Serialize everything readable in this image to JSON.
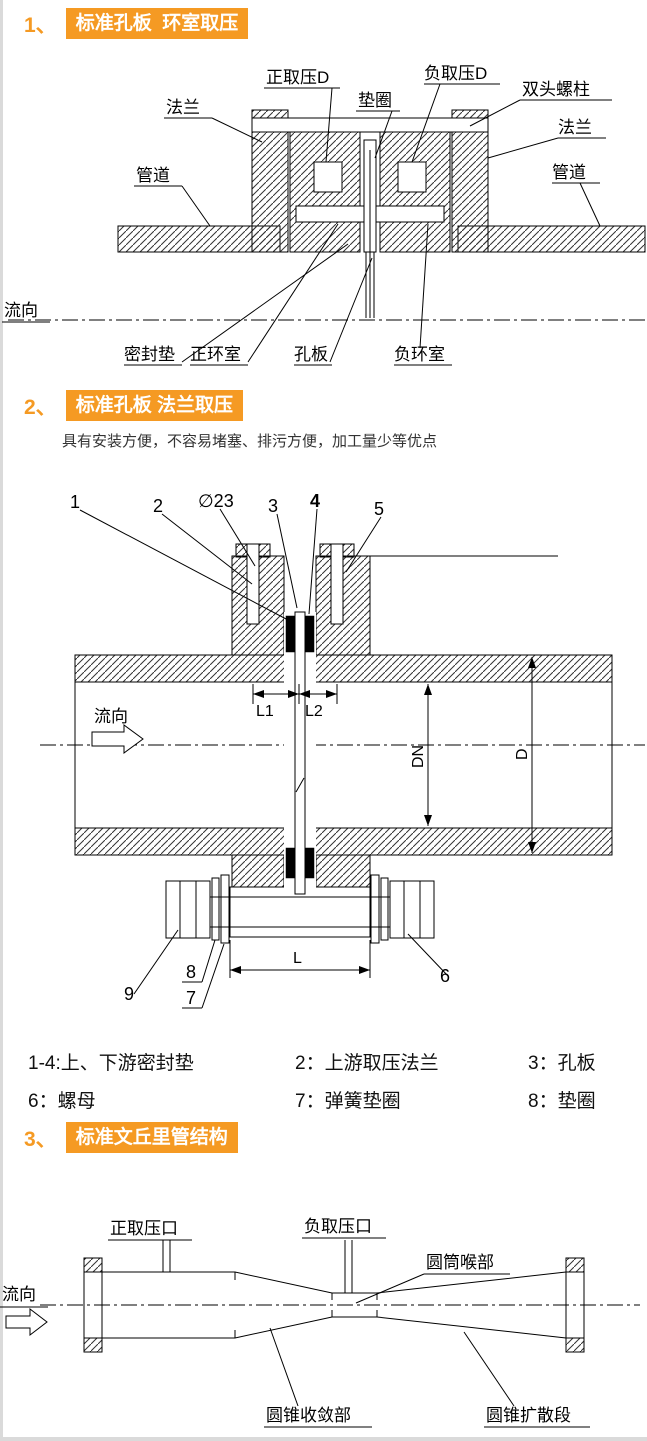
{
  "page": {
    "accent": "#f59a23",
    "background": "#ffffff"
  },
  "sections": [
    {
      "num": "1、",
      "title": "标准孔板  环室取压",
      "labels": {
        "tap_pos": "正取压D",
        "tap_neg": "负取压D",
        "gasket": "垫圈",
        "stud": "双头螺柱",
        "flange_left": "法兰",
        "flange_right": "法兰",
        "pipe_left": "管道",
        "pipe_right": "管道",
        "flow": "流向",
        "seal": "密封垫",
        "ring_pos": "正环室",
        "orifice": "孔板",
        "ring_neg": "负环室"
      }
    },
    {
      "num": "2、",
      "title": "标准孔板 法兰取压",
      "subtitle": "具有安装方便，不容易堵塞、排污方便，加工量少等优点",
      "flow": "流向",
      "callouts": {
        "c1": "1",
        "c2": "2",
        "dia": "∅23",
        "c3": "3",
        "c4": "4",
        "c5": "5",
        "c6": "6",
        "c7": "7",
        "c8": "8",
        "c9": "9"
      },
      "dims": {
        "l1": "L1",
        "l2": "L2",
        "l": "L",
        "dn": "DN",
        "d": "D"
      },
      "legend": [
        [
          "1-4:上、下游密封垫",
          "2：上游取压法兰",
          "3：孔板"
        ],
        [
          "6：螺母",
          "7：弹簧垫圈",
          "8：垫圈"
        ]
      ]
    },
    {
      "num": "3、",
      "title": "标准文丘里管结构",
      "labels": {
        "tap_pos": "正取压口",
        "tap_neg": "负取压口",
        "throat": "圆筒喉部",
        "flow": "流向",
        "converge": "圆锥收敛部",
        "diverge": "圆锥扩散段"
      }
    }
  ]
}
